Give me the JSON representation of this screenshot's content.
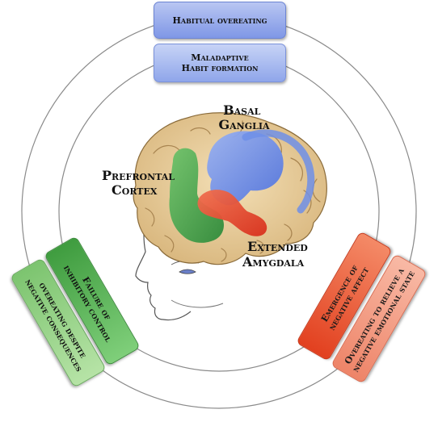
{
  "regions": {
    "basal_ganglia": [
      "Basal",
      "Ganglia"
    ],
    "prefrontal_cortex": [
      "Prefrontal",
      "Cortex"
    ],
    "extended_amygdala": [
      "Extended",
      "Amygdala"
    ]
  },
  "top_boxes": {
    "outer": [
      "Habitual overeating"
    ],
    "inner": [
      "Maladaptive",
      "Habit formation"
    ]
  },
  "left_boxes": {
    "inner": [
      "Failure of",
      "inhibitory control"
    ],
    "outer": [
      "overeating despite",
      "negative consequences"
    ]
  },
  "right_boxes": {
    "inner": [
      "Emergence of",
      "negative affect"
    ],
    "outer": [
      "Overeating to relieve a",
      "negative emotional state"
    ]
  },
  "colors": {
    "basal_ganglia": "#6f8fe8",
    "prefrontal_cortex": "#3fa34a",
    "extended_amygdala": "#e8402a",
    "brain": "#ecd3a0",
    "ring": "#7a7a7a"
  }
}
